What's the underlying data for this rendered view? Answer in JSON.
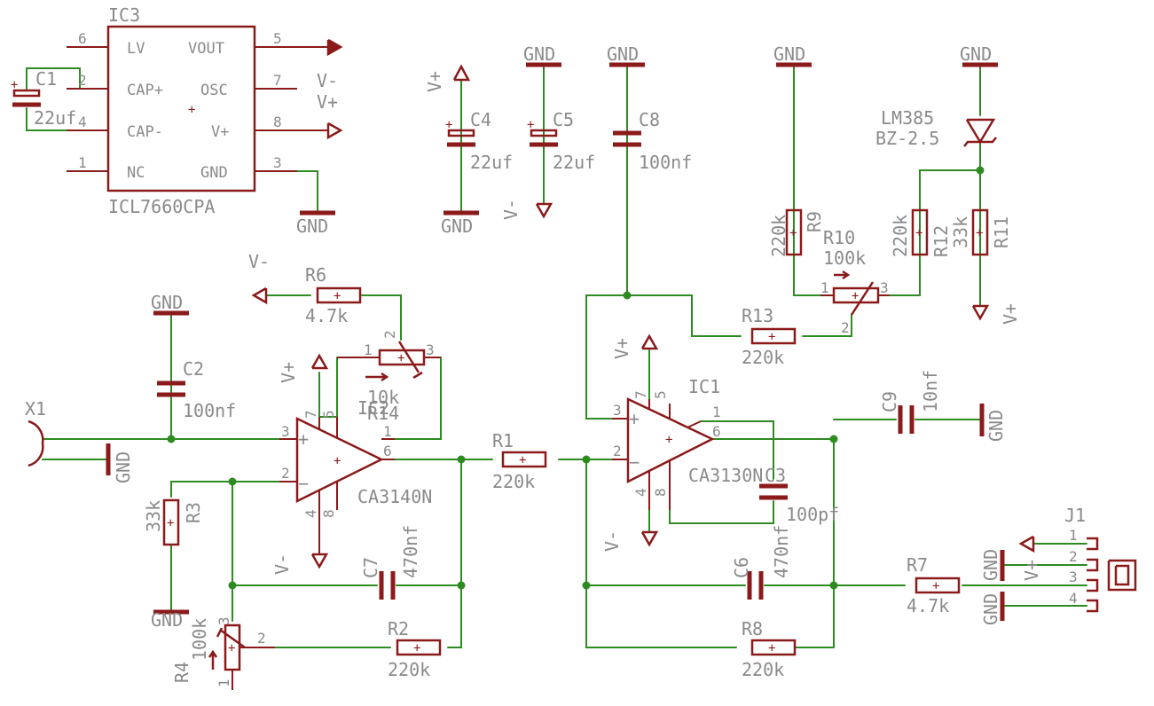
{
  "components": {
    "ic3": {
      "name": "IC3",
      "value": "ICL7660CPA",
      "pins_left": [
        {
          "num": "6",
          "name": "LV"
        },
        {
          "num": "2",
          "name": "CAP+"
        },
        {
          "num": "4",
          "name": "CAP-"
        },
        {
          "num": "1",
          "name": "NC"
        }
      ],
      "pins_right": [
        {
          "num": "5",
          "name": "VOUT"
        },
        {
          "num": "7",
          "name": "OSC"
        },
        {
          "num": "8",
          "name": "V+"
        },
        {
          "num": "3",
          "name": "GND"
        }
      ]
    },
    "c1": {
      "name": "C1",
      "value": "22uf"
    },
    "c2": {
      "name": "C2",
      "value": "100nf"
    },
    "c3": {
      "name": "C3",
      "value": "100pf"
    },
    "c4": {
      "name": "C4",
      "value": "22uf"
    },
    "c5": {
      "name": "C5",
      "value": "22uf"
    },
    "c6": {
      "name": "C6",
      "value": "470nf"
    },
    "c7": {
      "name": "C7",
      "value": "470nf"
    },
    "c8": {
      "name": "C8",
      "value": "100nf"
    },
    "c9": {
      "name": "C9",
      "value": "10nf"
    },
    "r1": {
      "name": "R1",
      "value": "220k"
    },
    "r2": {
      "name": "R2",
      "value": "220k"
    },
    "r3": {
      "name": "R3",
      "value": "33k"
    },
    "r4": {
      "name": "R4",
      "value": "100k"
    },
    "r6": {
      "name": "R6",
      "value": "4.7k"
    },
    "r7": {
      "name": "R7",
      "value": "4.7k"
    },
    "r8": {
      "name": "R8",
      "value": "220k"
    },
    "r9": {
      "name": "R9",
      "value": "220k"
    },
    "r10": {
      "name": "R10",
      "value": "100k"
    },
    "r11": {
      "name": "R11",
      "value": "33k"
    },
    "r12": {
      "name": "R12",
      "value": "220k"
    },
    "r13": {
      "name": "R13",
      "value": "220k"
    },
    "r14": {
      "name": "R14",
      "value": "10k"
    },
    "ic1": {
      "name": "IC1",
      "value": "CA3130N"
    },
    "ic2": {
      "name": "IC2",
      "value": "CA3140N"
    },
    "diode": {
      "value1": "LM385",
      "value2": "BZ-2.5"
    },
    "x1": {
      "name": "X1"
    },
    "j1": {
      "name": "J1"
    }
  },
  "nets": {
    "gnd": "GND",
    "vminus": "V-",
    "vplus": "V+"
  },
  "pin_numbers": {
    "p1": "1",
    "p2": "2",
    "p3": "3",
    "p4": "4",
    "p5": "5",
    "p6": "6",
    "p7": "7",
    "p8": "8"
  },
  "symbols": {
    "plus": "+",
    "minus": "−"
  }
}
